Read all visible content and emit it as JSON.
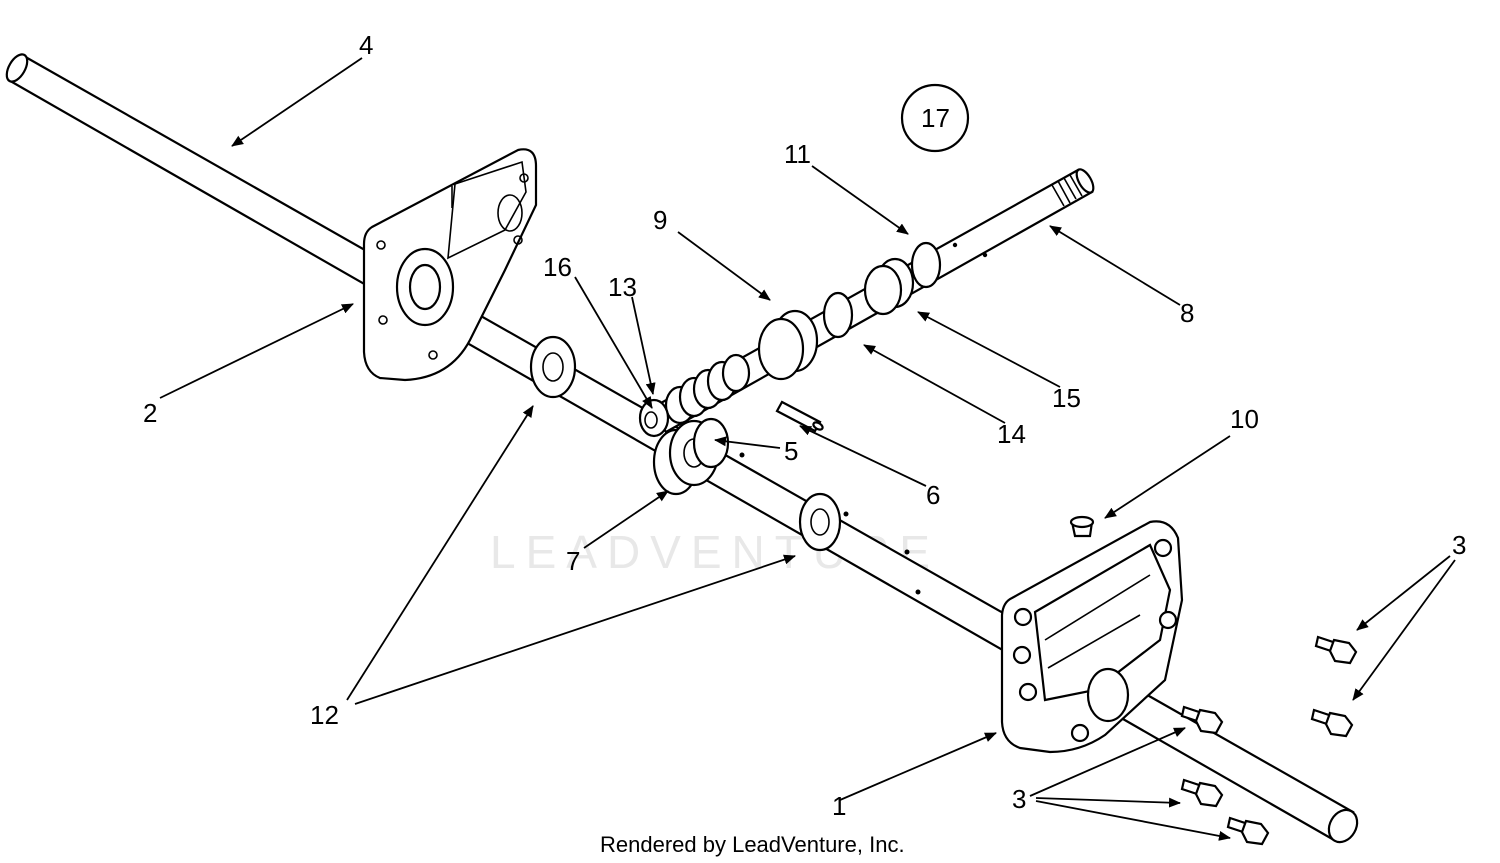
{
  "diagram": {
    "callout_numbers": [
      "1",
      "2",
      "3",
      "4",
      "5",
      "6",
      "7",
      "8",
      "9",
      "10",
      "11",
      "12",
      "13",
      "14",
      "15",
      "16",
      "17"
    ],
    "footer_text": "Rendered by LeadVenture, Inc.",
    "watermark_text": "LEADVENTURE"
  }
}
